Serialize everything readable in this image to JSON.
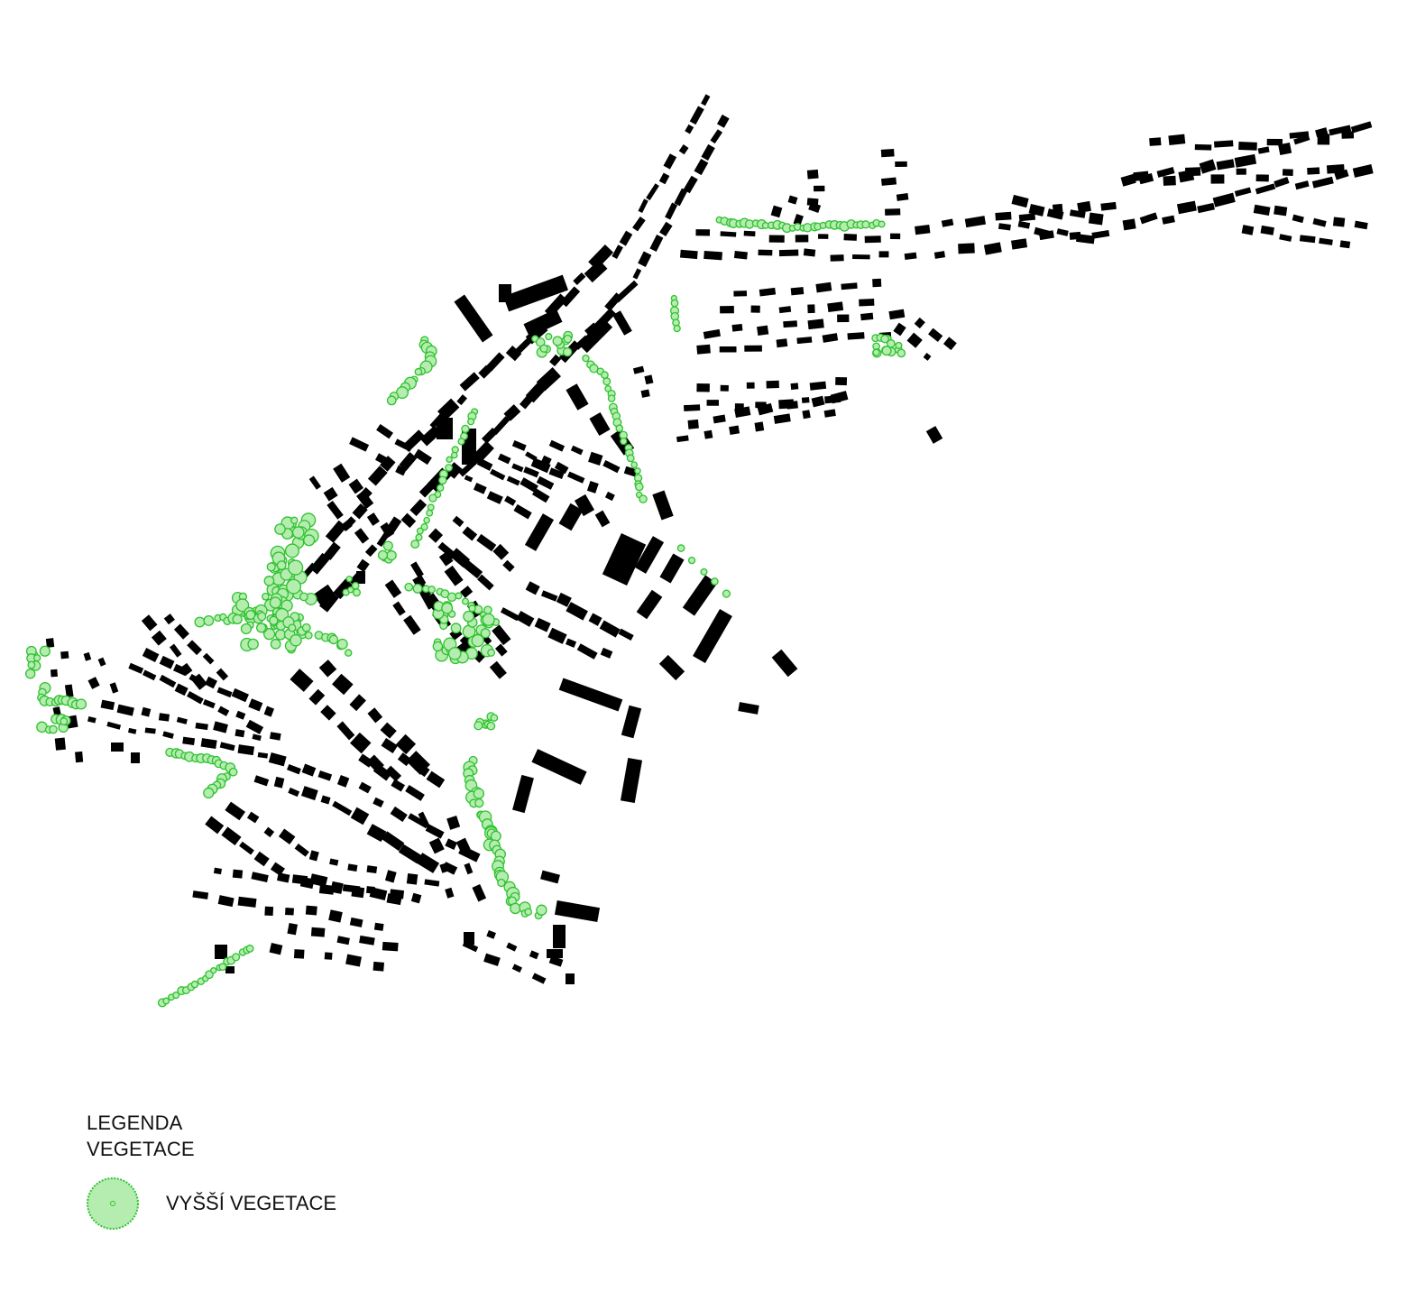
{
  "legend": {
    "title_line1": "LEGENDA",
    "title_line2": "VEGETACE",
    "items": [
      {
        "label": "VYŠŠÍ VEGETACE",
        "symbol": "tree-circle-icon"
      }
    ]
  },
  "colors": {
    "building": "#000000",
    "vegetation_stroke": "#2fc22f",
    "vegetation_fill": "#b5ecb0",
    "background": "#ffffff"
  }
}
